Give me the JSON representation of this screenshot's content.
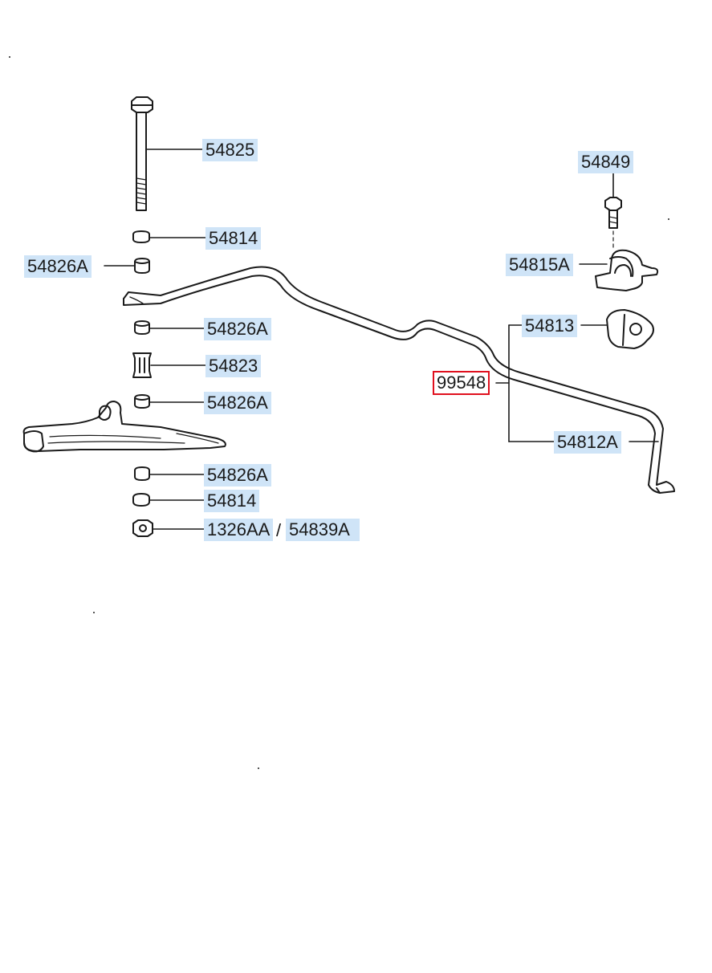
{
  "diagram": {
    "labels": {
      "bolt": "54825",
      "washer_top": "54814",
      "bushing_a1": "54826A",
      "bushing_a2": "54826A",
      "spacer": "54823",
      "bushing_a3": "54826A",
      "bushing_a4": "54826A",
      "washer_bottom": "54814",
      "nut_a": "1326AA",
      "nut_sep": "/",
      "nut_b": "54839A",
      "bracket_bolt": "54849",
      "clamp": "54815A",
      "bar_bushing": "54813",
      "stabilizer_bar": "99548",
      "bar_assy": "54812A"
    },
    "colors": {
      "highlight": "#cfe4f7",
      "selected_border": "#e0101e",
      "line": "#1a1a1a"
    }
  }
}
